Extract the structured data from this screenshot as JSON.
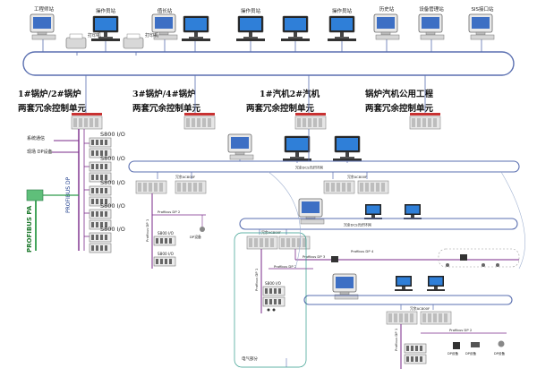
{
  "stations": [
    {
      "label": "工程师站",
      "icon": "crt-monitor-icon"
    },
    {
      "label": "操作员站",
      "icon": "lcd-monitor-icon"
    },
    {
      "label": "值长站",
      "icon": "crt-monitor-icon"
    },
    {
      "label": "操作员站",
      "icon": "lcd-monitor-icon"
    },
    {
      "label": "操作员站",
      "icon": "lcd-monitor-icon"
    },
    {
      "label": "历史站",
      "icon": "crt-monitor-icon"
    },
    {
      "label": "设备管理站",
      "icon": "crt-monitor-icon"
    },
    {
      "label": "SIS接口站",
      "icon": "crt-monitor-icon"
    }
  ],
  "printers": [
    "打印机",
    "打印机"
  ],
  "units": [
    {
      "line1": "1#锅炉/2#锅炉",
      "line2": "两套冗余控制单元"
    },
    {
      "line1": "3#锅炉/4#锅炉",
      "line2": "两套冗余控制单元"
    },
    {
      "line1": "1#汽机2#汽机",
      "line2": "两套冗余控制单元"
    },
    {
      "line1": "锅炉汽机公用工程",
      "line2": "两套冗余控制单元"
    }
  ],
  "left_labels": {
    "system_comm": "系统通信",
    "field_dp": "现场 DP设备",
    "profibus_dp": "PROFIBUS DP",
    "profibus_pa": "PROFIBUS PA"
  },
  "s800": [
    "S800 I/O",
    "S800 I/O",
    "S800 I/O",
    "S800 I/O",
    "S800 I/O"
  ],
  "small": {
    "ring2": "冗余DCS光纤环网",
    "ring3": "冗余DCS光纤环网",
    "ac800f_1": "冗余AC800F",
    "ac800f_2": "冗余AC800F",
    "ac800f_3": "冗余AC800F",
    "ac800f_4": "冗余AC800F",
    "dp1": "Profibus DP 1",
    "dp2": "Profibus DP 2",
    "dp3": "Profibus DP 3",
    "dp4": "Profibus DP 4",
    "s800a": "S800 I/O",
    "s800b": "S800 I/O",
    "s800c": "S800 I/O",
    "dev1": "DP设备",
    "dev2": "DP设备",
    "dev3": "DP设备",
    "dev4": "DP设备",
    "dev5": "DP设备",
    "elec": "电气部分"
  },
  "colors": {
    "bus": "#5a6fb0",
    "profibus": "#7a2a8a",
    "green": "#2f9a4a",
    "label": "#1a3a8a"
  }
}
